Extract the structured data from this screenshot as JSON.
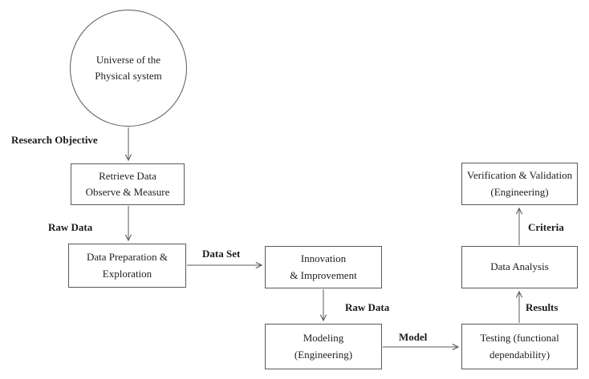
{
  "diagram": {
    "nodes": {
      "universe": {
        "line1": "Universe of the",
        "line2": "Physical system"
      },
      "retrieve": {
        "line1": "Retrieve Data",
        "line2": "Observe & Measure"
      },
      "prep": {
        "line1": "Data Preparation &",
        "line2": "Exploration"
      },
      "innovation": {
        "line1": "Innovation",
        "line2": "& Improvement"
      },
      "modeling": {
        "line1": "Modeling",
        "line2": "(Engineering)"
      },
      "testing": {
        "line1": "Testing (functional",
        "line2": "dependability)"
      },
      "analysis": {
        "line1": "Data Analysis"
      },
      "verification": {
        "line1": "Verification & Validation",
        "line2": "(Engineering)"
      }
    },
    "labels": {
      "research_objective": "Research Objective",
      "raw_data_1": "Raw Data",
      "data_set": "Data Set",
      "raw_data_2": "Raw Data",
      "model": "Model",
      "results": "Results",
      "criteria": "Criteria"
    },
    "colors": {
      "border": "#58595b",
      "text": "#1e1e1e",
      "background": "#ffffff"
    }
  }
}
